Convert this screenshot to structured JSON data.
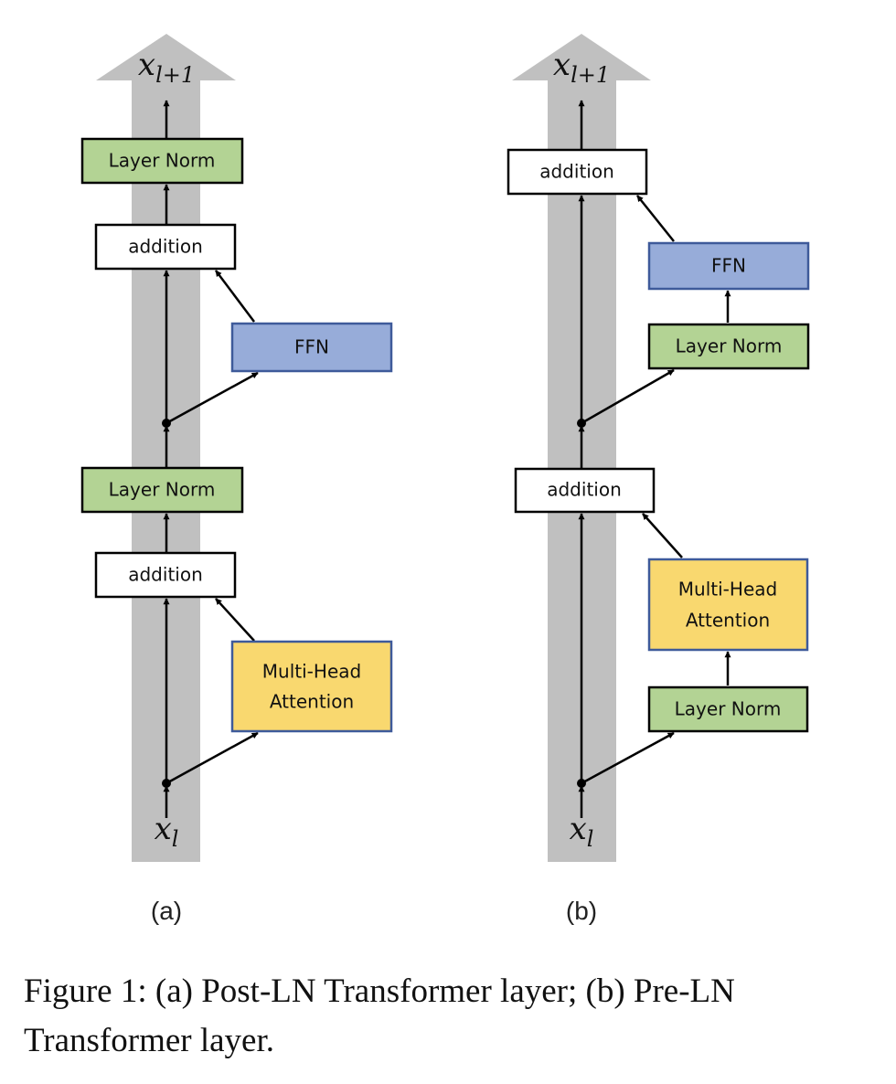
{
  "colors": {
    "column": "#c0c0c0",
    "layer_norm": "#b3d394",
    "ffn": "#97acd9",
    "attention": "#f9d86f",
    "addition": "#ffffff",
    "blue_border": "#3e5a9a"
  },
  "panel_a": {
    "label": "(a)",
    "input": {
      "base": "x",
      "sub": "l"
    },
    "output": {
      "base": "x",
      "sub": "l+1"
    },
    "layer_norm_top": "Layer Norm",
    "addition_top": "addition",
    "ffn": "FFN",
    "layer_norm_mid": "Layer Norm",
    "addition_bottom": "addition",
    "attention_line1": "Multi-Head",
    "attention_line2": "Attention"
  },
  "panel_b": {
    "label": "(b)",
    "input": {
      "base": "x",
      "sub": "l"
    },
    "output": {
      "base": "x",
      "sub": "l+1"
    },
    "addition_top": "addition",
    "ffn": "FFN",
    "layer_norm_ffn": "Layer Norm",
    "addition_bottom": "addition",
    "attention_line1": "Multi-Head",
    "attention_line2": "Attention",
    "layer_norm_attn": "Layer Norm"
  },
  "caption": "Figure 1: (a) Post-LN Transformer layer; (b) Pre-LN Transformer layer."
}
